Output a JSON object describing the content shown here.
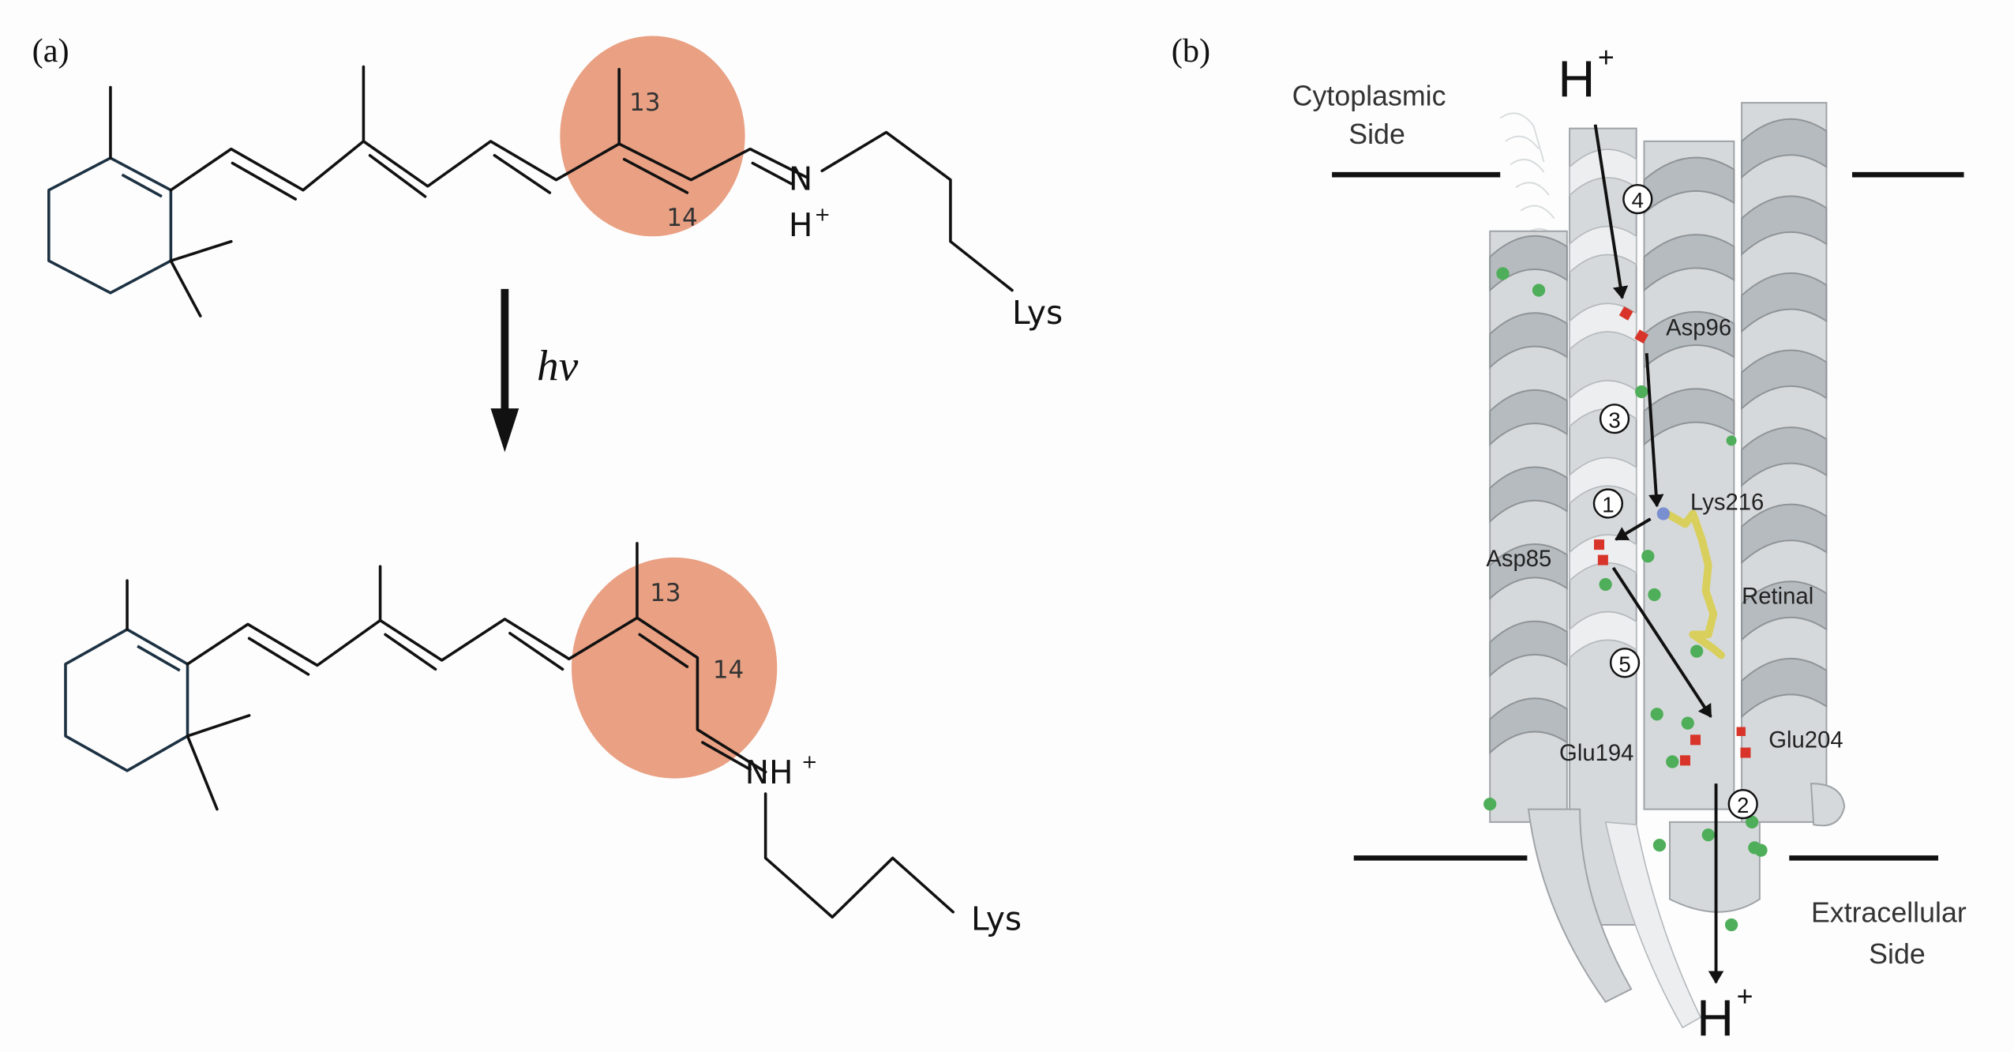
{
  "figure": {
    "panel_a": {
      "label": "(a)",
      "reactant": {
        "atom_n": "N",
        "atom_h": "H",
        "h_charge": "+",
        "carbon_13": "13",
        "carbon_14": "14",
        "lys": "Lys"
      },
      "reaction_arrow_label": "hv",
      "product": {
        "atom_nh": "NH",
        "nh_charge": "+",
        "carbon_13": "13",
        "carbon_14": "14",
        "lys": "Lys"
      },
      "highlight_color": "#E9A083"
    },
    "panel_b": {
      "label": "(b)",
      "cytoplasmic_side": [
        "Cytoplasmic",
        "Side"
      ],
      "extracellular_side": [
        "Extracellular",
        "Side"
      ],
      "proton_in": {
        "symbol": "H",
        "charge": "+"
      },
      "proton_out": {
        "symbol": "H",
        "charge": "+"
      },
      "residues": {
        "asp96": "Asp96",
        "lys216": "Lys216",
        "asp85": "Asp85",
        "retinal": "Retinal",
        "glu194": "Glu194",
        "glu204": "Glu204"
      },
      "steps": {
        "step1": "1",
        "step2": "2",
        "step3": "3",
        "step4": "4",
        "step5": "5"
      },
      "colors": {
        "water": "#4fae5a",
        "oxygen": "#d8342a",
        "nitrogen": "#7a8fd0",
        "retinal": "#d9cf5c",
        "helix": "#d6d9db"
      }
    }
  }
}
